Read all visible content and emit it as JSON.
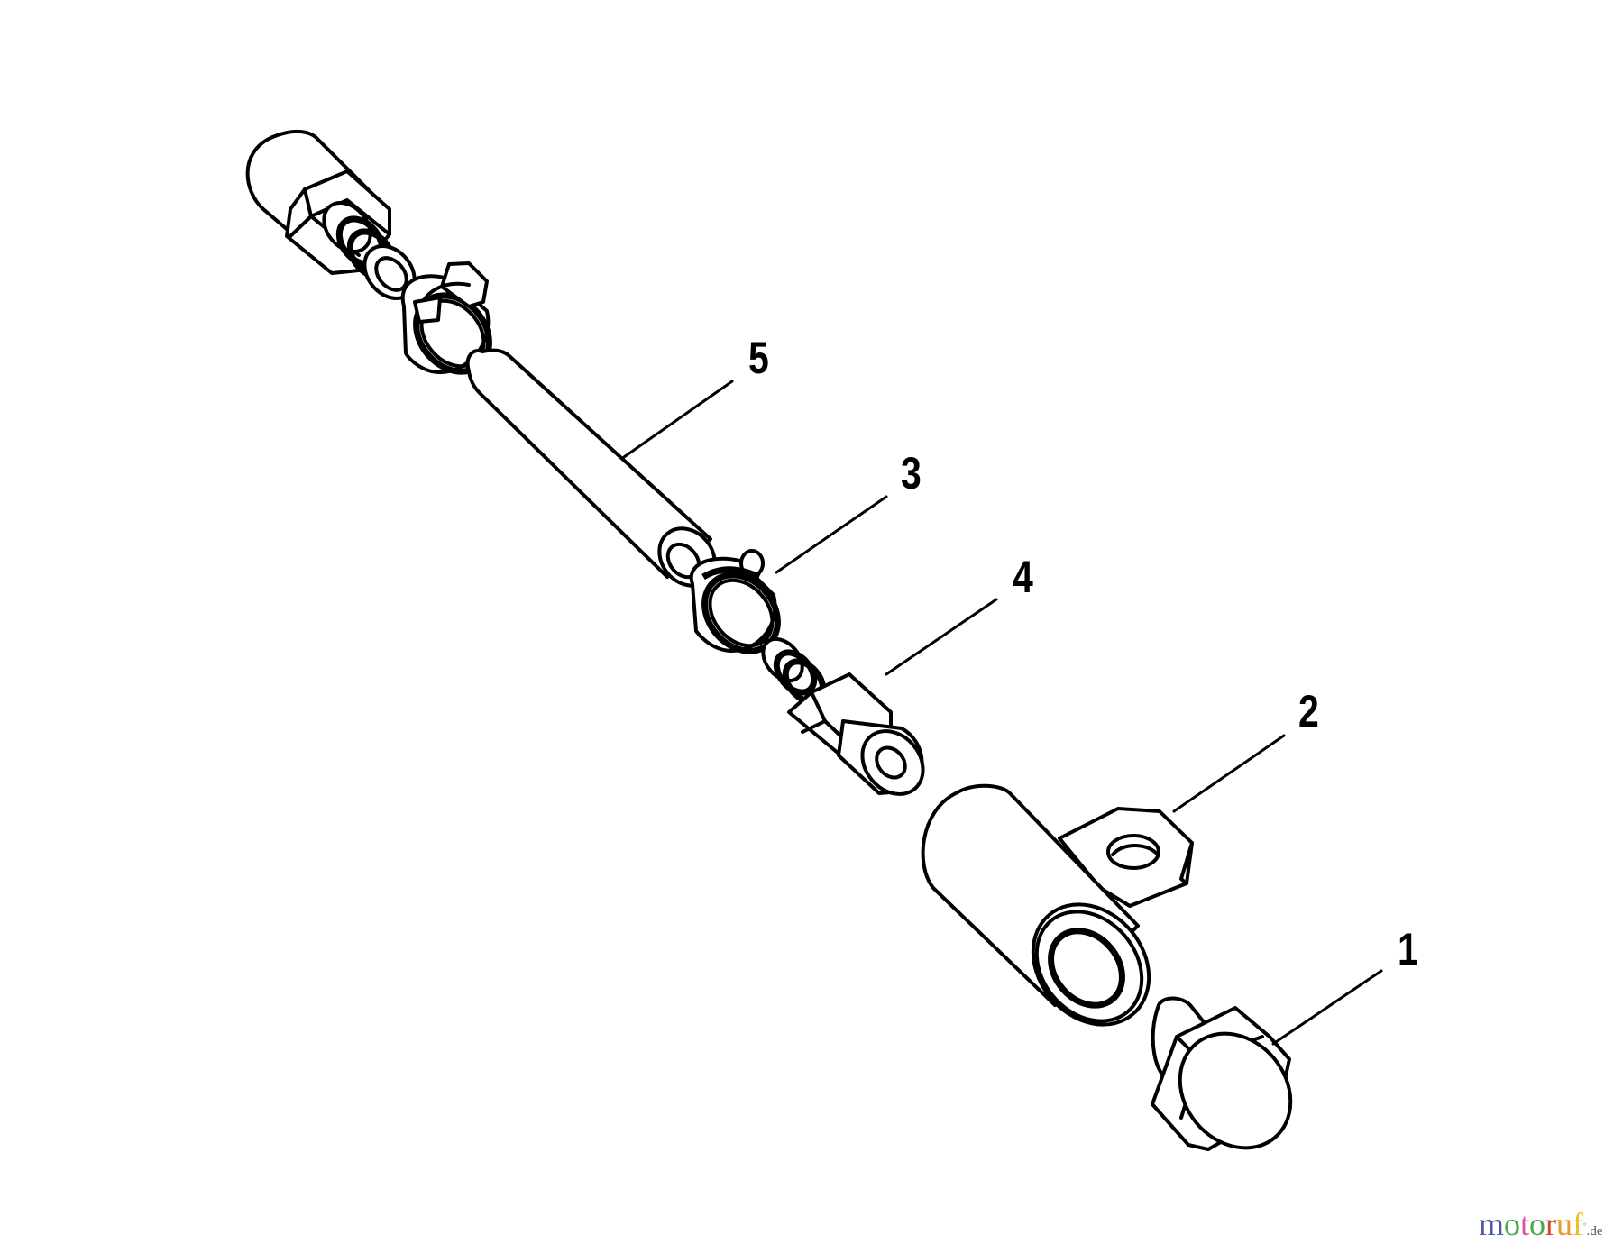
{
  "diagram": {
    "type": "exploded-parts-diagram",
    "parts": [
      {
        "id": "1",
        "label": "1",
        "description": "hex plug"
      },
      {
        "id": "2",
        "label": "2",
        "description": "elbow/bracket with mounting tab"
      },
      {
        "id": "3",
        "label": "3",
        "description": "hose clamp"
      },
      {
        "id": "4",
        "label": "4",
        "description": "hose barb fitting"
      },
      {
        "id": "5",
        "label": "5",
        "description": "hose"
      }
    ],
    "callouts": {
      "c1": "1",
      "c2": "2",
      "c3": "3",
      "c4": "4",
      "c5": "5"
    }
  },
  "watermark": {
    "letters": [
      {
        "ch": "m",
        "color": "#4a5aa8"
      },
      {
        "ch": "o",
        "color": "#4aa84a"
      },
      {
        "ch": "t",
        "color": "#e0559a"
      },
      {
        "ch": "o",
        "color": "#4aa84a"
      },
      {
        "ch": "r",
        "color": "#d9482b"
      },
      {
        "ch": "u",
        "color": "#e89a2a"
      },
      {
        "ch": "f",
        "color": "#e8c02a"
      }
    ],
    "registered": "°",
    "suffix": ".de"
  }
}
